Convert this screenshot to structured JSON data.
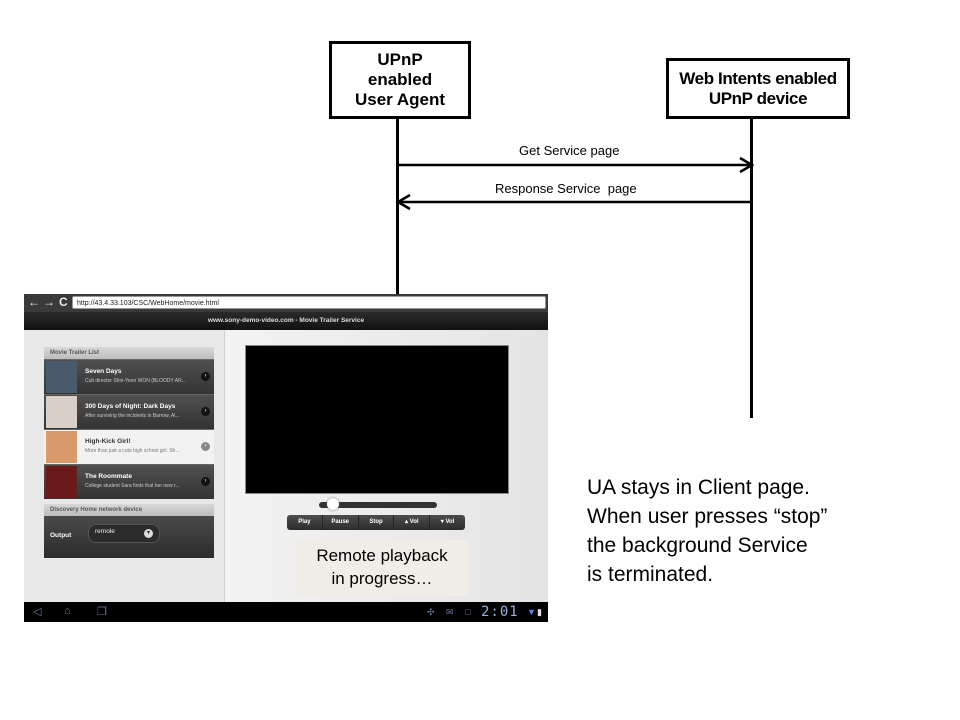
{
  "diagram": {
    "actors": [
      {
        "id": "ua",
        "label": "UPnP\nenabled\nUser Agent"
      },
      {
        "id": "device",
        "label": "Web Intents enabled\nUPnP device"
      }
    ],
    "messages": [
      {
        "from": "ua",
        "to": "device",
        "label": "Get Service page"
      },
      {
        "from": "device",
        "to": "ua",
        "label": "Response Service  page"
      }
    ],
    "note": "UA stays in Client page.\nWhen user presses “stop”\nthe background Service\nis terminated."
  },
  "tablet": {
    "nav": {
      "back": "←",
      "forward": "→",
      "reload": "C"
    },
    "url": "http://43.4.33.103/CSC/WebHome/movie.html",
    "page_title": "www.sony-demo-video.com - Movie Trailer Service",
    "trailer_list": {
      "header": "Movie Trailer List",
      "items": [
        {
          "title": "Seven Days",
          "desc": "Cult director Shin-Yeon WON (BLOODY AR...",
          "selected": false,
          "thumb_color": "#4a5a6a"
        },
        {
          "title": "300 Days of Night: Dark Days",
          "desc": "After surviving the incidents in Barrow, Al...",
          "selected": false,
          "thumb_color": "#d8d0c8"
        },
        {
          "title": "High-Kick Girl!",
          "desc": "More than just a cute high school girl. Sh...",
          "selected": true,
          "thumb_color": "#d89a6a"
        },
        {
          "title": "The Roommate",
          "desc": "College student Sara finds that her new r...",
          "selected": false,
          "thumb_color": "#6a1a1a"
        }
      ]
    },
    "discovery": {
      "header": "Discovery Home network device",
      "output_label": "Output",
      "output_value": "remole"
    },
    "player": {
      "seek_fraction": 0.12,
      "controls": [
        "Play",
        "Pause",
        "Stop",
        "▴ Vol",
        "▾ Vol"
      ]
    },
    "remote_note": "Remote playback\nin progress…",
    "statusbar": {
      "clock": "2:01"
    }
  }
}
